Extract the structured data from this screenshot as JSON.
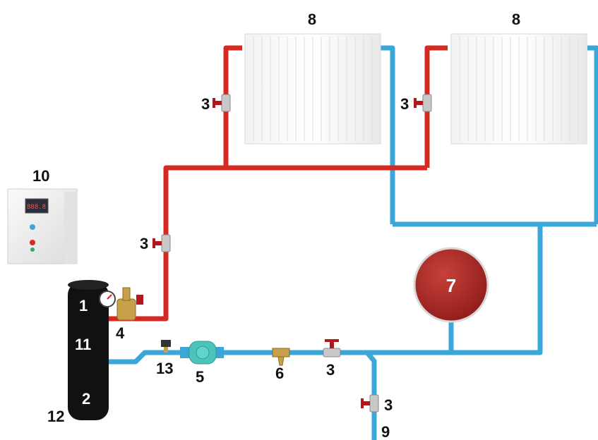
{
  "labels": {
    "boiler_top": "1",
    "boiler_bottom": "2",
    "valve": "3",
    "safety_group": "4",
    "pump": "5",
    "filter": "6",
    "expansion_tank": "7",
    "radiator": "8",
    "inlet": "9",
    "control_panel": "10",
    "boiler_body": "11",
    "drain": "12",
    "air_vent": "13"
  },
  "control_panel": {
    "display": "888.8"
  },
  "colors": {
    "supply_pipe": "#d42a22",
    "return_pipe": "#3aa7d8",
    "boiler": "#111111",
    "tank": "#a8231f",
    "pump": "#4cc4bd",
    "valve_handle": "#b5161c",
    "brass": "#c9a04a"
  }
}
